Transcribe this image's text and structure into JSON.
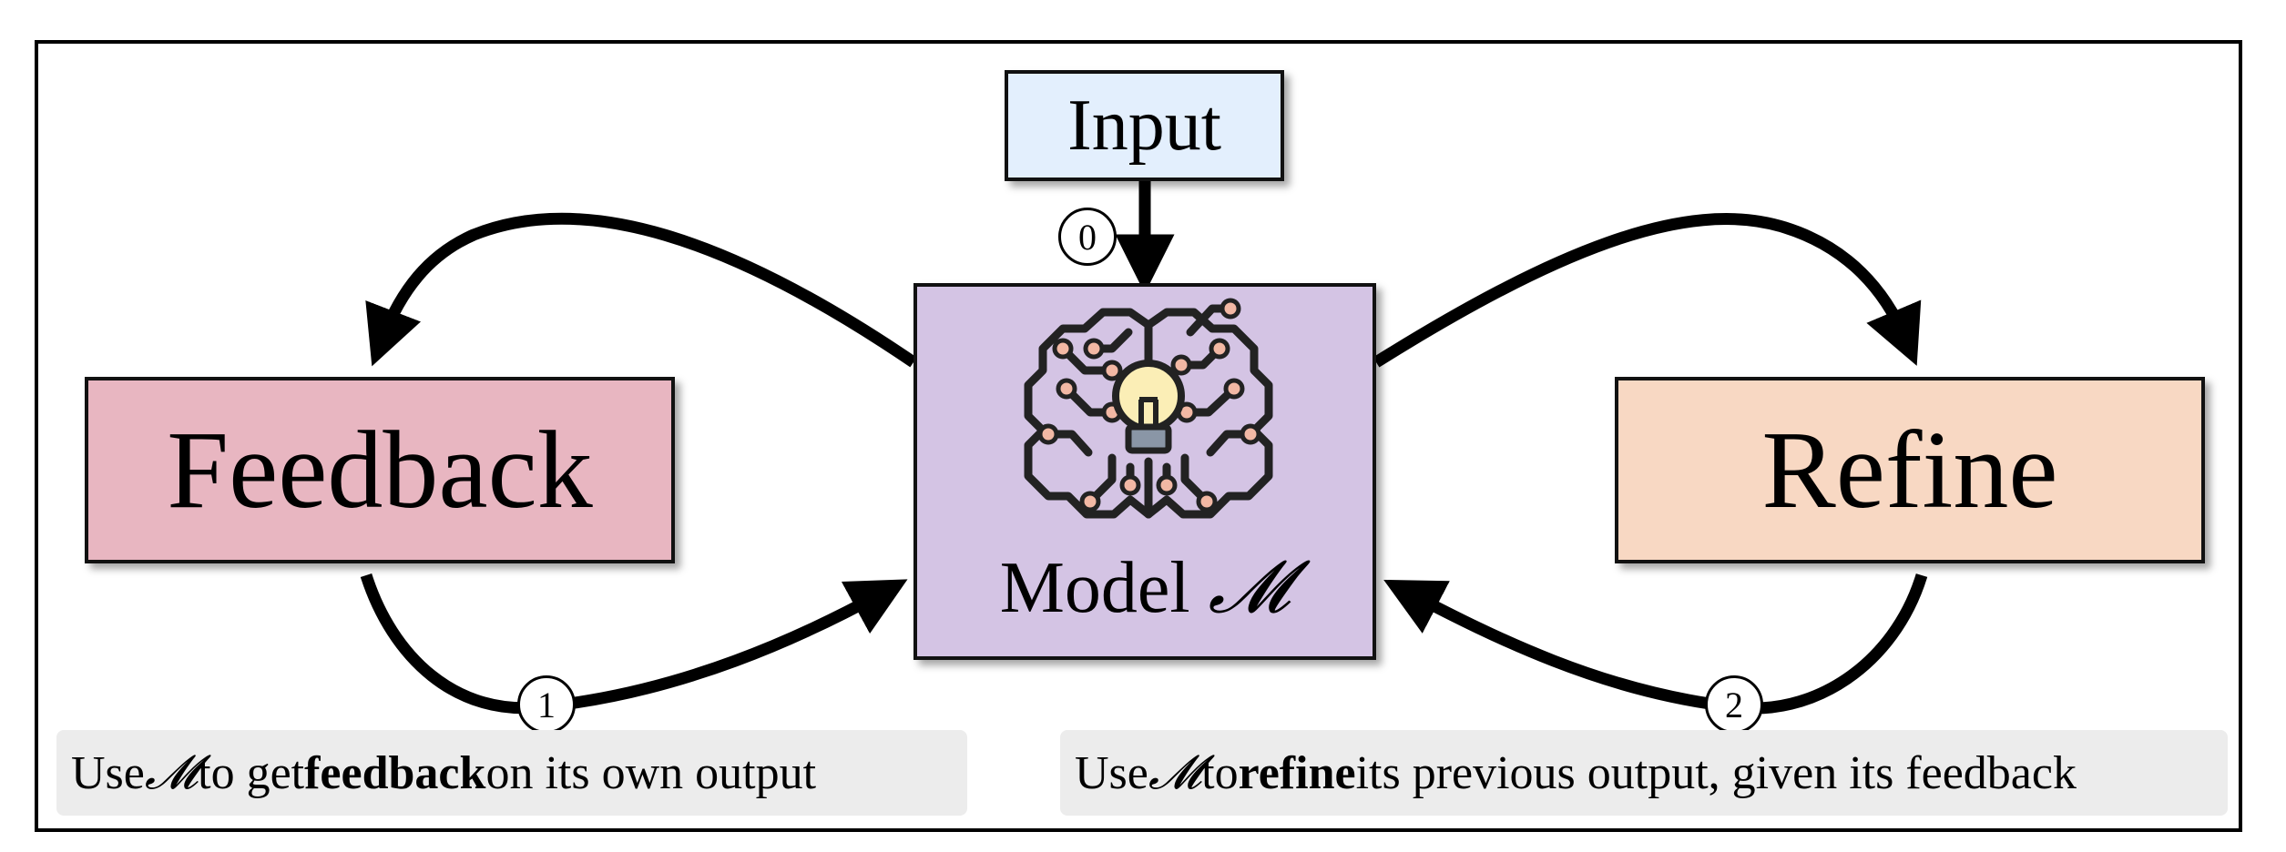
{
  "nodes": {
    "input": "Input",
    "feedback": "Feedback",
    "refine": "Refine",
    "model": {
      "text": "Model ",
      "symbol": "𝓜"
    }
  },
  "steps": [
    "0",
    "1",
    "2"
  ],
  "captions": {
    "left": {
      "pre": "Use ",
      "symbol": "𝓜",
      "mid": " to get ",
      "bold": "feedback",
      "post": " on its own output"
    },
    "right": {
      "pre": "Use ",
      "symbol": "𝓜",
      "mid": " to ",
      "bold": "refine",
      "post": " its previous output, given its feedback"
    }
  },
  "colors": {
    "input": "#e3effd",
    "feedback": "#e8b6c1",
    "refine": "#f8d8c3",
    "model": "#d4c4e4",
    "caption_bg": "#ececec"
  },
  "icons": [
    "brain-circuit-icon",
    "lightbulb-icon"
  ]
}
